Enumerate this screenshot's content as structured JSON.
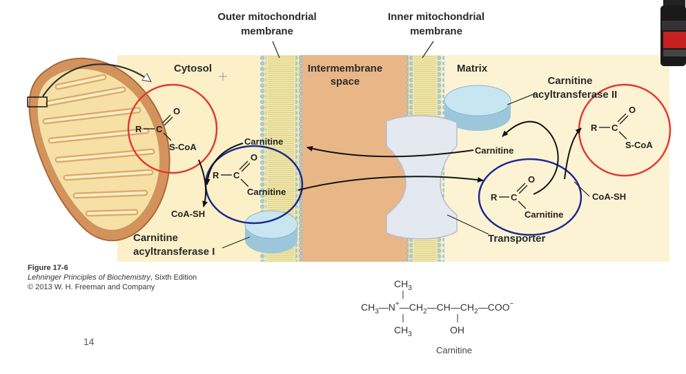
{
  "diagram": {
    "outer_membrane_label": "Outer mitochondrial membrane",
    "outer_line1": "Outer mitochondrial",
    "outer_line2": "membrane",
    "inner_line1": "Inner mitochondrial",
    "inner_line2": "membrane",
    "cytosol": "Cytosol",
    "intermembrane_line1": "Intermembrane",
    "intermembrane_line2": "space",
    "matrix": "Matrix",
    "cat2_line1": "Carnitine",
    "cat2_line2": "acyltransferase II",
    "cat1_line1": "Carnitine",
    "cat1_line2": "acyltransferase I",
    "carnitine": "Carnitine",
    "coa_sh": "CoA-SH",
    "s_coa": "S-CoA",
    "transporter": "Transporter",
    "r_atom": "R",
    "c_atom": "C",
    "o_atom": "O"
  },
  "caption": {
    "figure": "Figure 17-6",
    "book_title": "Lehninger Principles of Biochemistry",
    "book_edition": ", Sixth Edition",
    "copyright": "© 2013 W. H. Freeman and Company"
  },
  "formula": {
    "name": "Carnitine"
  },
  "slide_number": "14",
  "colors": {
    "cytosol_bg": "#fbf0c8",
    "intermembrane_bg": "#e9b787",
    "matrix_bg": "#fcf3d4",
    "membrane": "#ede4a6",
    "membrane_bead": "#9fc8dc",
    "enzyme": "#bfe0ee",
    "transporter": "#dfe4ee",
    "red_circle": "#e4372f",
    "blue_circle": "#1b2a8c"
  }
}
